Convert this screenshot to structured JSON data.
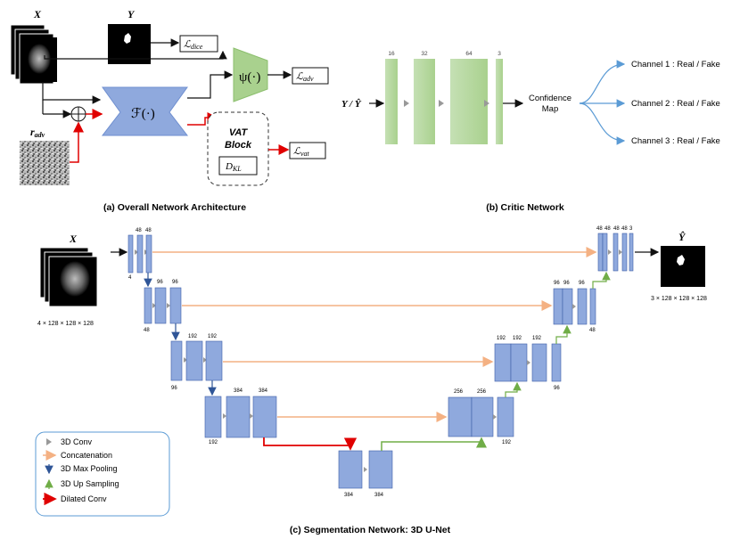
{
  "overall": {
    "caption": "(a) Overall Network Architecture",
    "input_x": "X",
    "label_y": "Y",
    "r_adv": "r",
    "r_adv_sub": "adv",
    "f_block": "ℱ(·)",
    "psi_block": "ψ(·)",
    "loss_dice": "ℒ",
    "loss_dice_sub": "dice",
    "loss_adv": "ℒ",
    "loss_adv_sub": "adv",
    "loss_vat": "ℒ",
    "loss_vat_sub": "vat",
    "vat_title_1": "VAT",
    "vat_title_2": "Block",
    "dkl": "D",
    "dkl_sub": "KL"
  },
  "critic": {
    "caption": "(b) Critic Network",
    "input_label": "Y / Ŷ",
    "layers": [
      "16",
      "32",
      "64",
      "3"
    ],
    "confidence_1": "Confidence",
    "confidence_2": "Map",
    "outputs": [
      "Channel 1 : Real / Fake",
      "Channel 2 : Real / Fake",
      "Channel 3 : Real / Fake"
    ]
  },
  "unet": {
    "caption": "(c) Segmentation Network: 3D U-Net",
    "input_x": "X",
    "input_dims": "4 × 128 × 128 × 128",
    "output_y": "Ŷ",
    "output_dims": "3 × 128 × 128 × 128",
    "enc1_in": "4",
    "enc1_top": [
      "48",
      "48"
    ],
    "enc2_bottom": "48",
    "enc2_top": [
      "96",
      "96"
    ],
    "enc3_bottom": "96",
    "enc3_top": [
      "192",
      "192"
    ],
    "enc4_bottom": "192",
    "enc4_top": [
      "384",
      "384"
    ],
    "bott_bottom": [
      "384",
      "384"
    ],
    "dec4_top": [
      "256",
      "256"
    ],
    "dec4_bottom": "192",
    "dec3_top": [
      "192",
      "192",
      "192"
    ],
    "dec3_bottom": "96",
    "dec2_top": [
      "96",
      "96",
      "96"
    ],
    "dec2_bottom": "48",
    "dec1_top": [
      "48",
      "48",
      "48",
      "48",
      "3"
    ]
  },
  "legend": {
    "items": [
      "3D Conv",
      "Concatenation",
      "3D Max Pooling",
      "3D Up Sampling",
      "Dilated Conv"
    ]
  },
  "colors": {
    "blue_block": "#8fa9dd",
    "blue_stroke": "#3e5fa8",
    "green_block": "#a9d18e",
    "orange": "#f4b183",
    "red": "#e00000",
    "green_arrow": "#70ad47",
    "blue_arrow": "#2f5597"
  }
}
